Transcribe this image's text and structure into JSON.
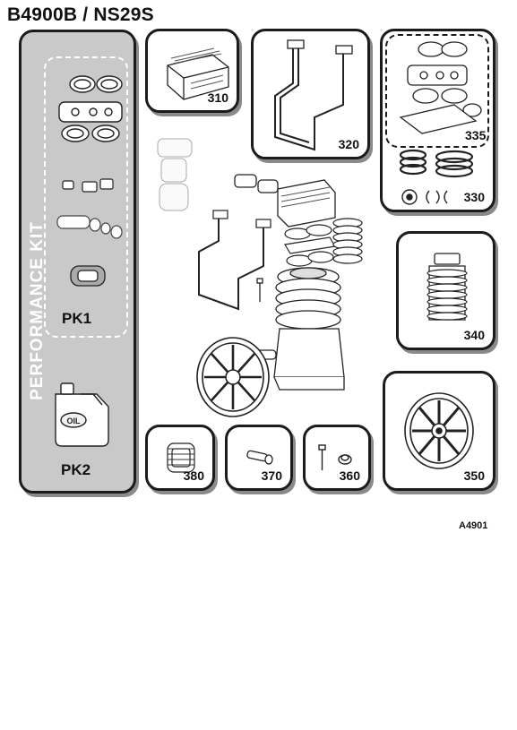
{
  "header": {
    "title": "B4900B / NS29S"
  },
  "performance_kit": {
    "title": "PERFORMANCE KIT",
    "pk1_label": "PK1",
    "pk2_label": "PK2",
    "oil_label": "OIL"
  },
  "parts": {
    "p310": "310",
    "p320": "320",
    "p335": "335",
    "p330": "330",
    "p340": "340",
    "p380": "380",
    "p370": "370",
    "p360": "360",
    "p350": "350"
  },
  "footer": {
    "ref_code": "A4901"
  },
  "colors": {
    "panel_gray": "#c9c9c9",
    "line": "#1b1b1b",
    "shadow": "#8a8a8a"
  }
}
